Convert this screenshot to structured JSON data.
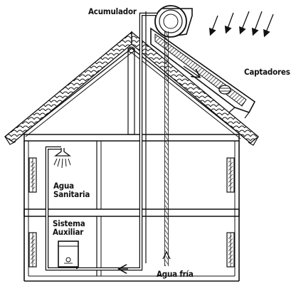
{
  "labels": {
    "acumulador": "Acumulador",
    "captadores": "Captadores",
    "agua_sanitaria": [
      "Agua",
      "Sanitaria"
    ],
    "sistema_auxiliar": [
      "Sistema",
      "Auxiliar"
    ],
    "agua_fria": "Agua fría"
  },
  "colors": {
    "ink": "#111111",
    "background": "#ffffff",
    "collector_fill": "#e6e6e6"
  }
}
